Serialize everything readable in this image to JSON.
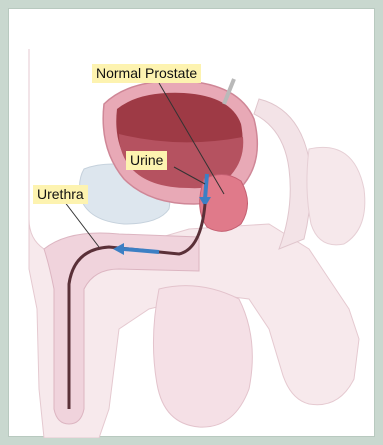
{
  "labels": {
    "normal_prostate": "Normal Prostate",
    "urine": "Urine",
    "urethra": "Urethra"
  },
  "colors": {
    "background": "#c9d8cf",
    "label_fill": "#fdf3b0",
    "tissue_light": "#f2dde3",
    "tissue_pink": "#e9b7c6",
    "bladder_interior": "#9e3a45",
    "prostate": "#e07a8a",
    "urine_arrow": "#3c7fc4",
    "urethra_line": "#5a3038"
  }
}
